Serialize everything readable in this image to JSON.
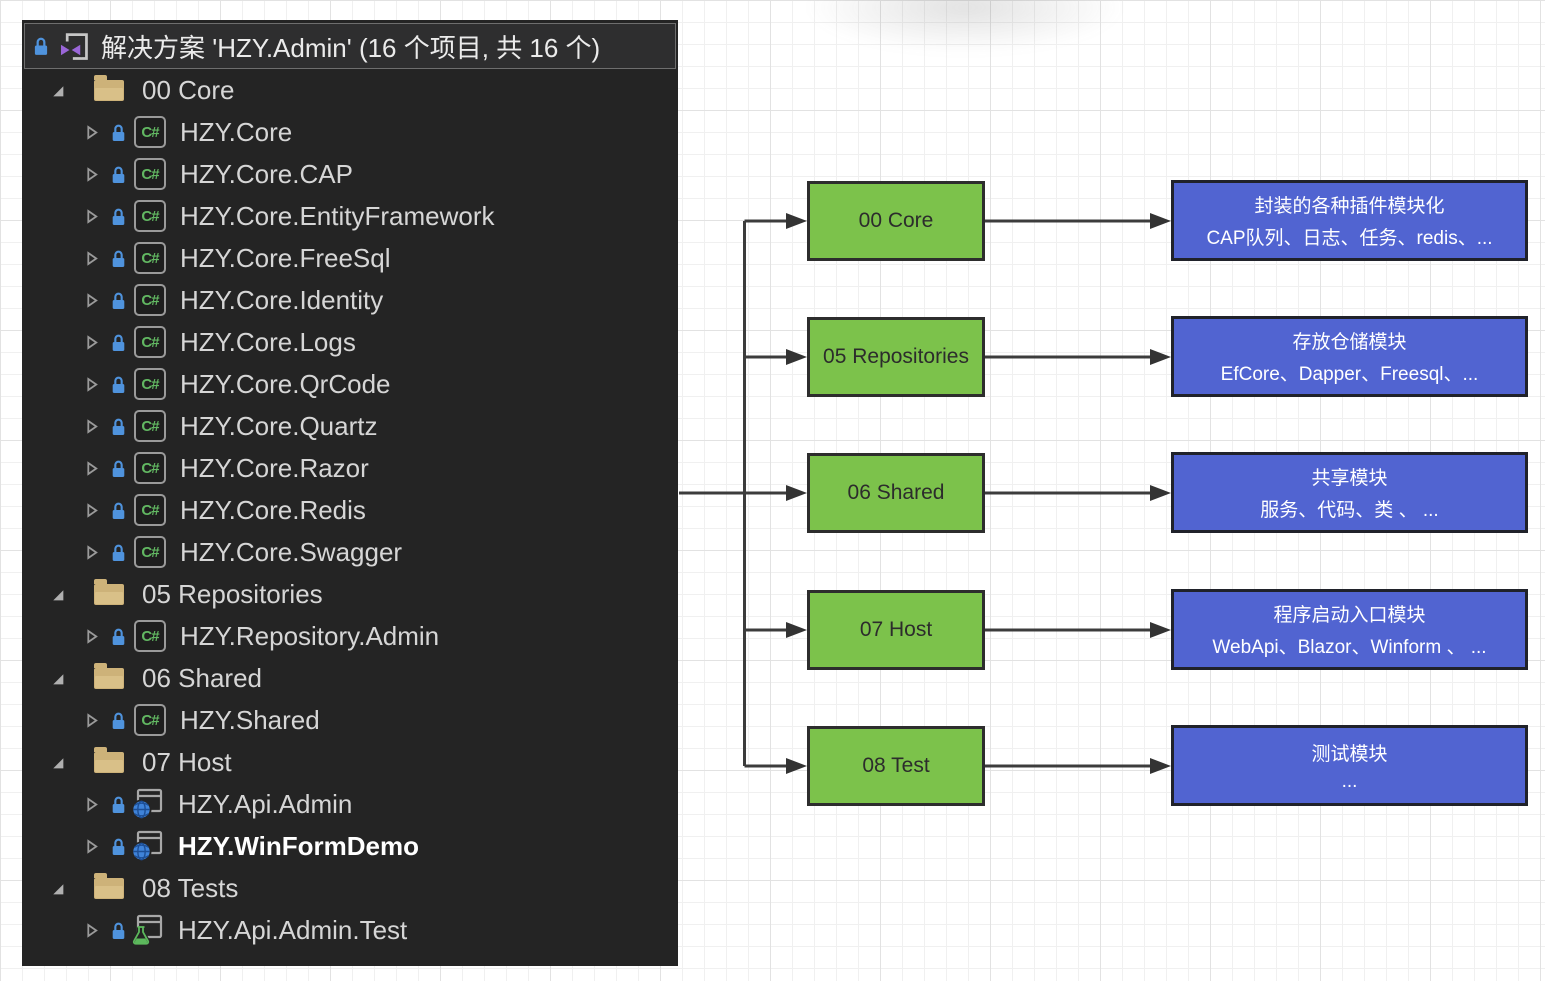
{
  "sidebar": {
    "title": "解决方案 'HZY.Admin' (16 个项目, 共 16 个)",
    "rows": [
      {
        "type": "folder",
        "label": "00 Core",
        "expanded": true
      },
      {
        "type": "csharp-project",
        "label": "HZY.Core"
      },
      {
        "type": "csharp-project",
        "label": "HZY.Core.CAP"
      },
      {
        "type": "csharp-project",
        "label": "HZY.Core.EntityFramework"
      },
      {
        "type": "csharp-project",
        "label": "HZY.Core.FreeSql"
      },
      {
        "type": "csharp-project",
        "label": "HZY.Core.Identity"
      },
      {
        "type": "csharp-project",
        "label": "HZY.Core.Logs"
      },
      {
        "type": "csharp-project",
        "label": "HZY.Core.QrCode"
      },
      {
        "type": "csharp-project",
        "label": "HZY.Core.Quartz"
      },
      {
        "type": "csharp-project",
        "label": "HZY.Core.Razor"
      },
      {
        "type": "csharp-project",
        "label": "HZY.Core.Redis"
      },
      {
        "type": "csharp-project",
        "label": "HZY.Core.Swagger"
      },
      {
        "type": "folder",
        "label": "05 Repositories",
        "expanded": true
      },
      {
        "type": "csharp-project",
        "label": "HZY.Repository.Admin"
      },
      {
        "type": "folder",
        "label": "06 Shared",
        "expanded": true
      },
      {
        "type": "csharp-project",
        "label": "HZY.Shared"
      },
      {
        "type": "folder",
        "label": "07 Host",
        "expanded": true
      },
      {
        "type": "web-project",
        "label": "HZY.Api.Admin"
      },
      {
        "type": "web-project",
        "label": "HZY.WinFormDemo",
        "bold": true
      },
      {
        "type": "folder",
        "label": "08 Tests",
        "expanded": true
      },
      {
        "type": "test-project",
        "label": "HZY.Api.Admin.Test"
      }
    ]
  },
  "glyphs": {
    "csharp": "C#"
  },
  "diagram": {
    "nodes": [
      {
        "label": "00 Core",
        "desc_title": "封装的各种插件模块化",
        "desc_detail": "CAP队列、日志、任务、redis、..."
      },
      {
        "label": "05 Repositories",
        "desc_title": "存放仓储模块",
        "desc_detail": "EfCore、Dapper、Freesql、..."
      },
      {
        "label": "06 Shared",
        "desc_title": "共享模块",
        "desc_detail": "服务、代码、类 、 ..."
      },
      {
        "label": "07 Host",
        "desc_title": "程序启动入口模块",
        "desc_detail": "WebApi、Blazor、Winform 、 ..."
      },
      {
        "label": "08 Test",
        "desc_title": "测试模块",
        "desc_detail": "..."
      }
    ]
  },
  "colors": {
    "node_fill": "#7cc24b",
    "node_border": "#2d2d2d",
    "desc_fill": "#5164d1",
    "connector": "#3c3c3c",
    "panel_bg": "#242424",
    "header_bg": "#2e2e2f",
    "tree_text": "#d6d6d6",
    "lock_blue": "#4f93dd",
    "folder_tan": "#cdb279",
    "csharp_green": "#62b862",
    "solution_purple": "#9a66d8",
    "globe_blue": "#3f83d9",
    "flask_green": "#5cb85c"
  }
}
